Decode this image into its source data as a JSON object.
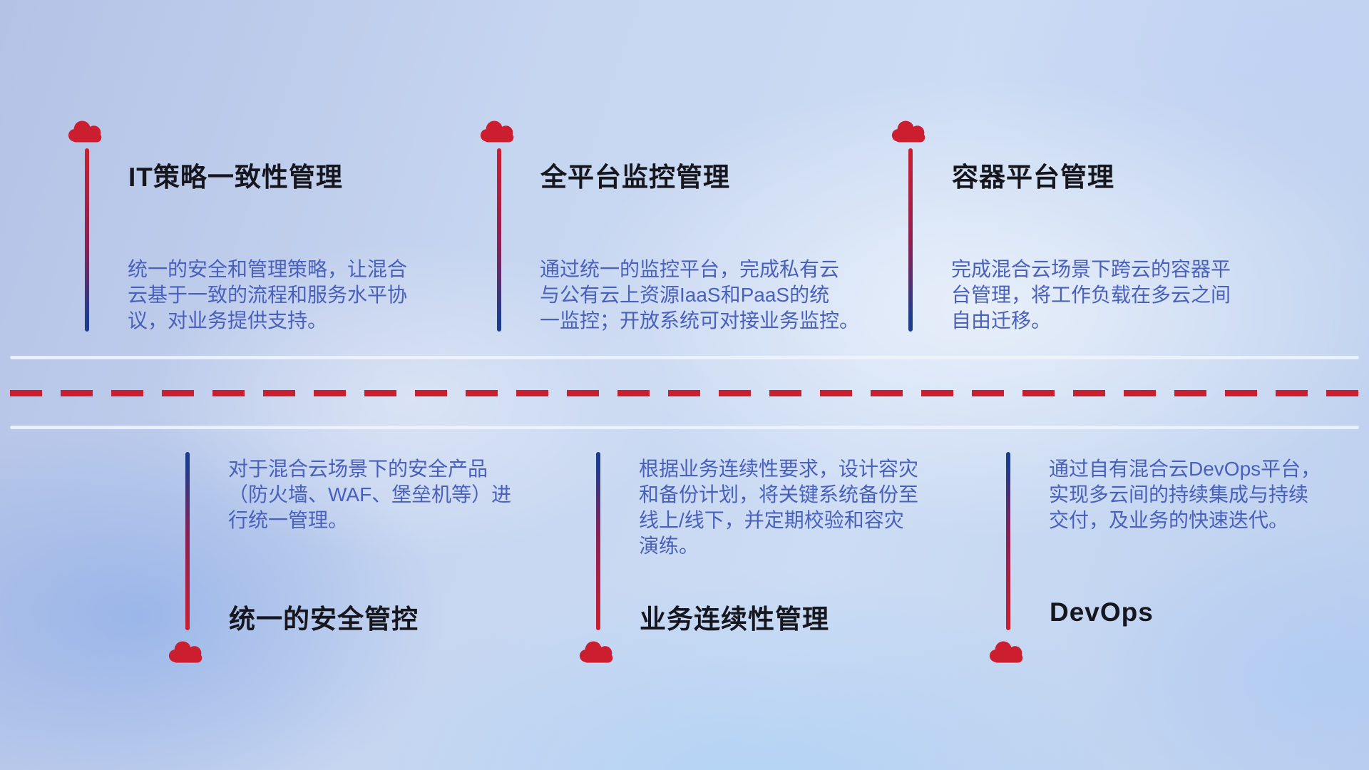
{
  "colors": {
    "accent_red": "#cb1f30",
    "deep_blue": "#1e3c8c",
    "desc_blue": "#4a60bd",
    "title_dark": "#16161f",
    "divider_light": "#eef2fb"
  },
  "top_items": [
    {
      "title": "IT策略一致性管理",
      "description": "统一的安全和管理策略，让混合\n云基于一致的流程和服务水平协\n议，对业务提供支持。"
    },
    {
      "title": "全平台监控管理",
      "description": "通过统一的监控平台，完成私有云\n与公有云上资源IaaS和PaaS的统\n一监控；开放系统可对接业务监控。"
    },
    {
      "title": "容器平台管理",
      "description": "完成混合云场景下跨云的容器平\n台管理，将工作负载在多云之间\n自由迁移。"
    }
  ],
  "bottom_items": [
    {
      "title": "统一的安全管控",
      "description": "对于混合云场景下的安全产品\n（防火墙、WAF、堡垒机等）进\n行统一管理。"
    },
    {
      "title": "业务连续性管理",
      "description": "根据业务连续性要求，设计容灾\n和备份计划，将关键系统备份至\n线上/线下，并定期校验和容灾\n演练。"
    },
    {
      "title": "DevOps",
      "description": "通过自有混合云DevOps平台，\n实现多云间的持续集成与持续\n交付，及业务的快速迭代。"
    }
  ]
}
